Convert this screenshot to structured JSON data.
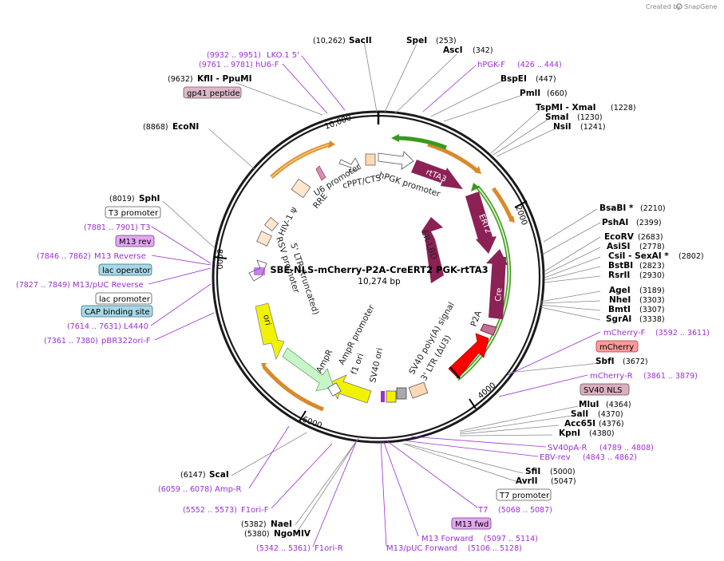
{
  "watermark": "Created by",
  "brand": "SnapGene",
  "plasmid": {
    "name": "SBE-NLS-mCherry-P2A-CreERT2 PGK-rtTA3",
    "length_label": "10,274 bp"
  },
  "ticks": [
    "10,000",
    "2000",
    "4000",
    "6000",
    "8000"
  ],
  "features": {
    "rtTA3": "rtTA3",
    "ERT2": "ERT2",
    "Cre": "Cre",
    "P2A": "P2A",
    "ERLBD": "ER-LBD",
    "ori": "ori",
    "f1ori": "f1 ori",
    "sv40ori": "SV40 ori",
    "ampr": "AmpR",
    "ampr_prom": "AmpR promoter",
    "sv40pA": "SV40 poly(A) signal",
    "ltr": "3' LTR (ΔU3)",
    "hpgk": "hPGK promoter",
    "cppt": "cPPT/CTS",
    "u6": "U6 promoter",
    "rre": "RRE",
    "hiv": "HIV-1 ψ",
    "ltr5": "5' LTR (truncated)",
    "rsv": "RSV promoter"
  },
  "sites_top": [
    {
      "pos": "(10,262)",
      "name": "SacII"
    },
    {
      "pos": "(253)",
      "name": "SpeI"
    },
    {
      "pos": "(342)",
      "name": "AscI"
    },
    {
      "pos": "(426 .. 444)",
      "name": "hPGK-F"
    },
    {
      "pos": "(447)",
      "name": "BspEI"
    },
    {
      "pos": "(660)",
      "name": "PmlI"
    },
    {
      "pos": "(1228)",
      "name": "TspMI - XmaI"
    },
    {
      "pos": "(1230)",
      "name": "SmaI"
    },
    {
      "pos": "(1241)",
      "name": "NsiI"
    }
  ],
  "sites_left": [
    {
      "pos": "(9932 .. 9951)",
      "name": "LKO.1 5'"
    },
    {
      "pos": "(9761 .. 9781)",
      "name": "hU6-F"
    },
    {
      "pos": "(9632)",
      "name": "KflI - PpuMI"
    },
    {
      "name": "gp41 peptide"
    },
    {
      "pos": "(8868)",
      "name": "EcoNI"
    },
    {
      "pos": "(8019)",
      "name": "SphI"
    },
    {
      "name": "T3 promoter"
    },
    {
      "pos": "(7881 .. 7901)",
      "name": "T3"
    },
    {
      "name": "M13 rev"
    },
    {
      "pos": "(7846 .. 7862)",
      "name": "M13 Reverse"
    },
    {
      "name": "lac operator"
    },
    {
      "pos": "(7827 .. 7849)",
      "name": "M13/pUC Reverse"
    },
    {
      "name": "lac promoter"
    },
    {
      "name": "CAP binding site"
    },
    {
      "pos": "(7614 .. 7631)",
      "name": "L4440"
    },
    {
      "pos": "(7361 .. 7380)",
      "name": "pBR322ori-F"
    }
  ],
  "sites_right": [
    {
      "pos": "(2210)",
      "name": "BsaBI *"
    },
    {
      "pos": "(2399)",
      "name": "PshAI"
    },
    {
      "pos": "(2683)",
      "name": "EcoRV"
    },
    {
      "pos": "(2778)",
      "name": "AsiSI"
    },
    {
      "pos": "(2802)",
      "name": "CsiI - SexAI *"
    },
    {
      "pos": "(2823)",
      "name": "BstBI"
    },
    {
      "pos": "(2930)",
      "name": "RsrII"
    },
    {
      "pos": "(3189)",
      "name": "AgeI"
    },
    {
      "pos": "(3303)",
      "name": "NheI"
    },
    {
      "pos": "(3307)",
      "name": "BmtI"
    },
    {
      "pos": "(3338)",
      "name": "SgrAI"
    },
    {
      "pos": "(3592 .. 3611)",
      "name": "mCherry-F"
    },
    {
      "name": "mCherry"
    },
    {
      "pos": "(3672)",
      "name": "SbfI"
    },
    {
      "pos": "(3861 .. 3879)",
      "name": "mCherry-R"
    },
    {
      "name": "SV40 NLS"
    },
    {
      "pos": "(4364)",
      "name": "MluI"
    },
    {
      "pos": "(4370)",
      "name": "SalI"
    },
    {
      "pos": "(4376)",
      "name": "Acc65I"
    },
    {
      "pos": "(4380)",
      "name": "KpnI"
    },
    {
      "pos": "(4789 .. 4808)",
      "name": "SV40pA-R"
    },
    {
      "pos": "(4843 .. 4862)",
      "name": "EBV-rev"
    }
  ],
  "sites_bottom": [
    {
      "pos": "(5000)",
      "name": "SfiI"
    },
    {
      "pos": "(5047)",
      "name": "AvrII"
    },
    {
      "name": "T7 promoter"
    },
    {
      "pos": "(5068 .. 5087)",
      "name": "T7"
    },
    {
      "name": "M13 fwd"
    },
    {
      "pos": "(5097 .. 5114)",
      "name": "M13 Forward"
    },
    {
      "pos": "(5106 .. 5128)",
      "name": "M13/pUC Forward"
    },
    {
      "pos": "(6147)",
      "name": "ScaI"
    },
    {
      "pos": "(6059 .. 6078)",
      "name": "Amp-R"
    },
    {
      "pos": "(5552 .. 5573)",
      "name": "F1ori-F"
    },
    {
      "pos": "(5382)",
      "name": "NaeI"
    },
    {
      "pos": "(5380)",
      "name": "NgoMIV"
    },
    {
      "pos": "(5342 .. 5361)",
      "name": "F1ori-R"
    }
  ],
  "colors": {
    "backbone": "#1a1a1a",
    "primer": "#9b2fd4",
    "rtta": "#8b2155",
    "cre": "#8b2155",
    "p2a": "#ff0000",
    "ori": "#f2f200",
    "ampr": "#c8f5c8",
    "orange": "#e09030",
    "green": "#3a9a20"
  }
}
